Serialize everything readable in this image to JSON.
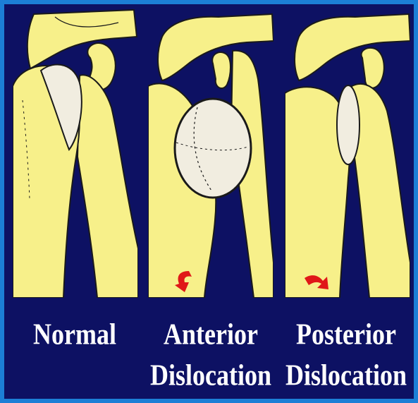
{
  "panels": [
    {
      "id": "normal",
      "caption_line1": "Normal",
      "caption_line2": ""
    },
    {
      "id": "anterior",
      "caption_line1": "Anterior",
      "caption_line2": "Dislocation"
    },
    {
      "id": "posterior",
      "caption_line1": "Posterior",
      "caption_line2": "Dislocation"
    }
  ],
  "colors": {
    "background": "#0d1163",
    "border": "#1c7fd6",
    "bone": "#f7f08a",
    "humeral_head": "#f1ede0",
    "outline": "#1a1a1a",
    "arrow": "#e01818",
    "text": "#ffffff"
  }
}
